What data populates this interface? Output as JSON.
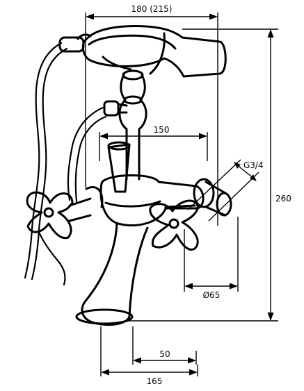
{
  "dimensions": {
    "top_width": "180 (215)",
    "spout_reach": "150",
    "thread": "G3/4",
    "height": "260",
    "flange_diameter": "Ø65",
    "spout_base": "50",
    "overall_depth": "165"
  }
}
